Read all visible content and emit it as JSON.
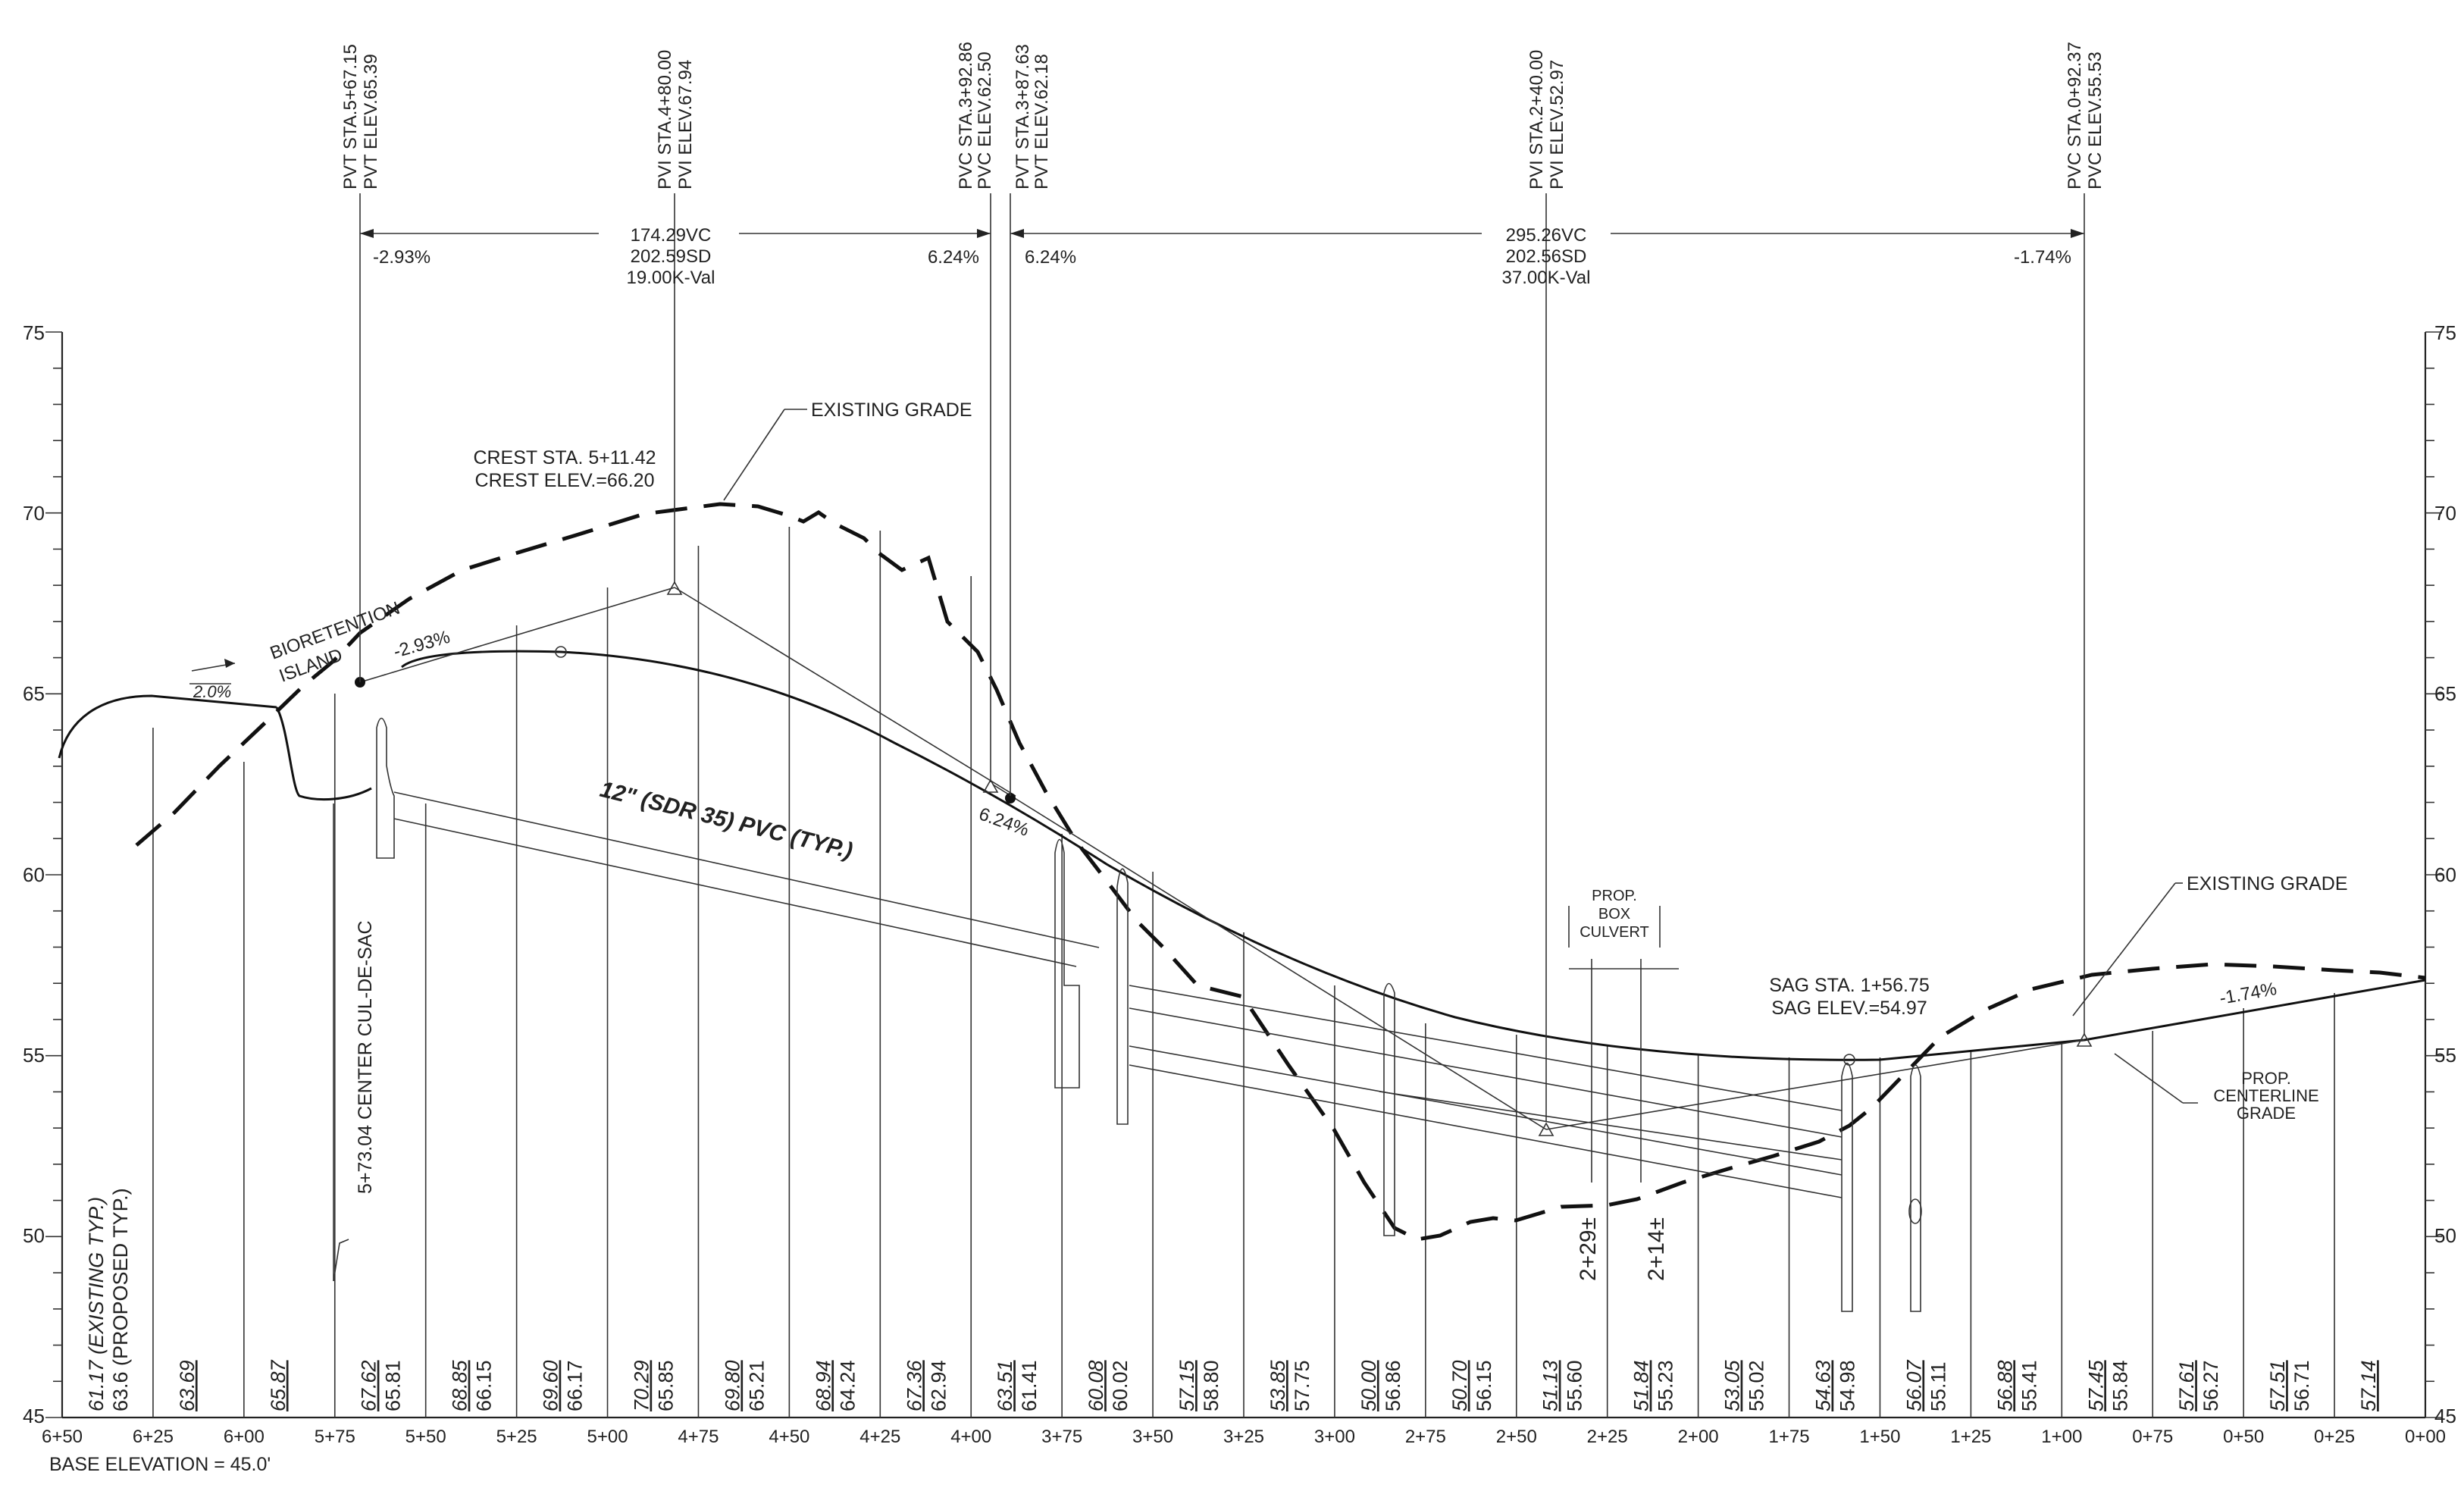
{
  "drawing": {
    "base_elevation": "BASE ELEVATION = 45.0'",
    "elevation_ticks": [
      "75",
      "70",
      "65",
      "60",
      "55",
      "50",
      "45"
    ],
    "stations": [
      "6+50",
      "6+25",
      "6+00",
      "5+75",
      "5+50",
      "5+25",
      "5+00",
      "4+75",
      "4+50",
      "4+25",
      "4+00",
      "3+75",
      "3+50",
      "3+25",
      "3+00",
      "2+75",
      "2+50",
      "2+25",
      "2+00",
      "1+75",
      "1+50",
      "1+25",
      "1+00",
      "0+75",
      "0+50",
      "0+25",
      "0+00"
    ],
    "bottom_elevations": [
      {
        "existing": "61.17",
        "proposed": "63.6"
      },
      {
        "existing": "63.69",
        "proposed": ""
      },
      {
        "existing": "65.87",
        "proposed": ""
      },
      {
        "existing": "67.62",
        "proposed": "65.81"
      },
      {
        "existing": "68.85",
        "proposed": "66.15"
      },
      {
        "existing": "69.60",
        "proposed": "66.17"
      },
      {
        "existing": "70.29",
        "proposed": "65.85"
      },
      {
        "existing": "69.80",
        "proposed": "65.21"
      },
      {
        "existing": "68.94",
        "proposed": "64.24"
      },
      {
        "existing": "67.36",
        "proposed": "62.94"
      },
      {
        "existing": "63.51",
        "proposed": "61.41"
      },
      {
        "existing": "60.08",
        "proposed": "60.02"
      },
      {
        "existing": "57.15",
        "proposed": "58.80"
      },
      {
        "existing": "53.85",
        "proposed": "57.75"
      },
      {
        "existing": "50.00",
        "proposed": "56.86"
      },
      {
        "existing": "50.70",
        "proposed": "56.15"
      },
      {
        "existing": "51.13",
        "proposed": "55.60"
      },
      {
        "existing": "51.84",
        "proposed": "55.23"
      },
      {
        "existing": "53.05",
        "proposed": "55.02"
      },
      {
        "existing": "54.63",
        "proposed": "54.98"
      },
      {
        "existing": "56.07",
        "proposed": "55.11"
      },
      {
        "existing": "56.88",
        "proposed": "55.41"
      },
      {
        "existing": "57.45",
        "proposed": "55.84"
      },
      {
        "existing": "57.61",
        "proposed": "56.27"
      },
      {
        "existing": "57.51",
        "proposed": "56.71"
      },
      {
        "existing": "57.14",
        "proposed": ""
      }
    ],
    "first_column_suffix": {
      "existing": "(EXISTING TYP.)",
      "proposed": "(PROPOSED TYP.)"
    },
    "top_callouts": {
      "pvt1": [
        "PVT STA.5+67.15",
        "PVT ELEV.65.39"
      ],
      "pvi1": [
        "PVI STA.4+80.00",
        "PVI ELEV.67.94"
      ],
      "pvc1": [
        "PVC STA.3+92.86",
        "PVC ELEV.62.50"
      ],
      "pvt2": [
        "PVT STA.3+87.63",
        "PVT ELEV.62.18"
      ],
      "pvi2": [
        "PVI STA.2+40.00",
        "PVI ELEV.52.97"
      ],
      "pvc2": [
        "PVC STA.0+92.37",
        "PVC ELEV.55.53"
      ]
    },
    "curve1": {
      "grade_in": "-2.93%",
      "grade_out": "6.24%",
      "vc": "174.29VC",
      "sd": "202.59SD",
      "k": "19.00K-Val"
    },
    "curve2": {
      "grade_in": "6.24%",
      "grade_out": "-1.74%",
      "vc": "295.26VC",
      "sd": "202.56SD",
      "k": "37.00K-Val"
    },
    "labels": {
      "existing_grade_1": "EXISTING GRADE",
      "existing_grade_2": "EXISTING GRADE",
      "crest_sta": "CREST STA. 5+11.42",
      "crest_elev": "CREST ELEV.=66.20",
      "sag_sta": "SAG STA. 1+56.75",
      "sag_elev": "SAG ELEV.=54.97",
      "bioretention": "BIORETENTION",
      "island": "ISLAND",
      "grade_neg293": "-2.93%",
      "grade_2pct": "2.0%",
      "grade_624": "6.24%",
      "grade_neg174": "-1.74%",
      "pipe": "12\" (SDR 35) PVC (TYP.)",
      "box1": "PROP.",
      "box2": "BOX",
      "box3": "CULVERT",
      "centerline1": "PROP.",
      "centerline2": "CENTERLINE",
      "centerline3": "GRADE",
      "culdesac": "5+73.04 CENTER CUL-DE-SAC",
      "culvert_a": "2+29±",
      "culvert_b": "2+14±"
    }
  }
}
